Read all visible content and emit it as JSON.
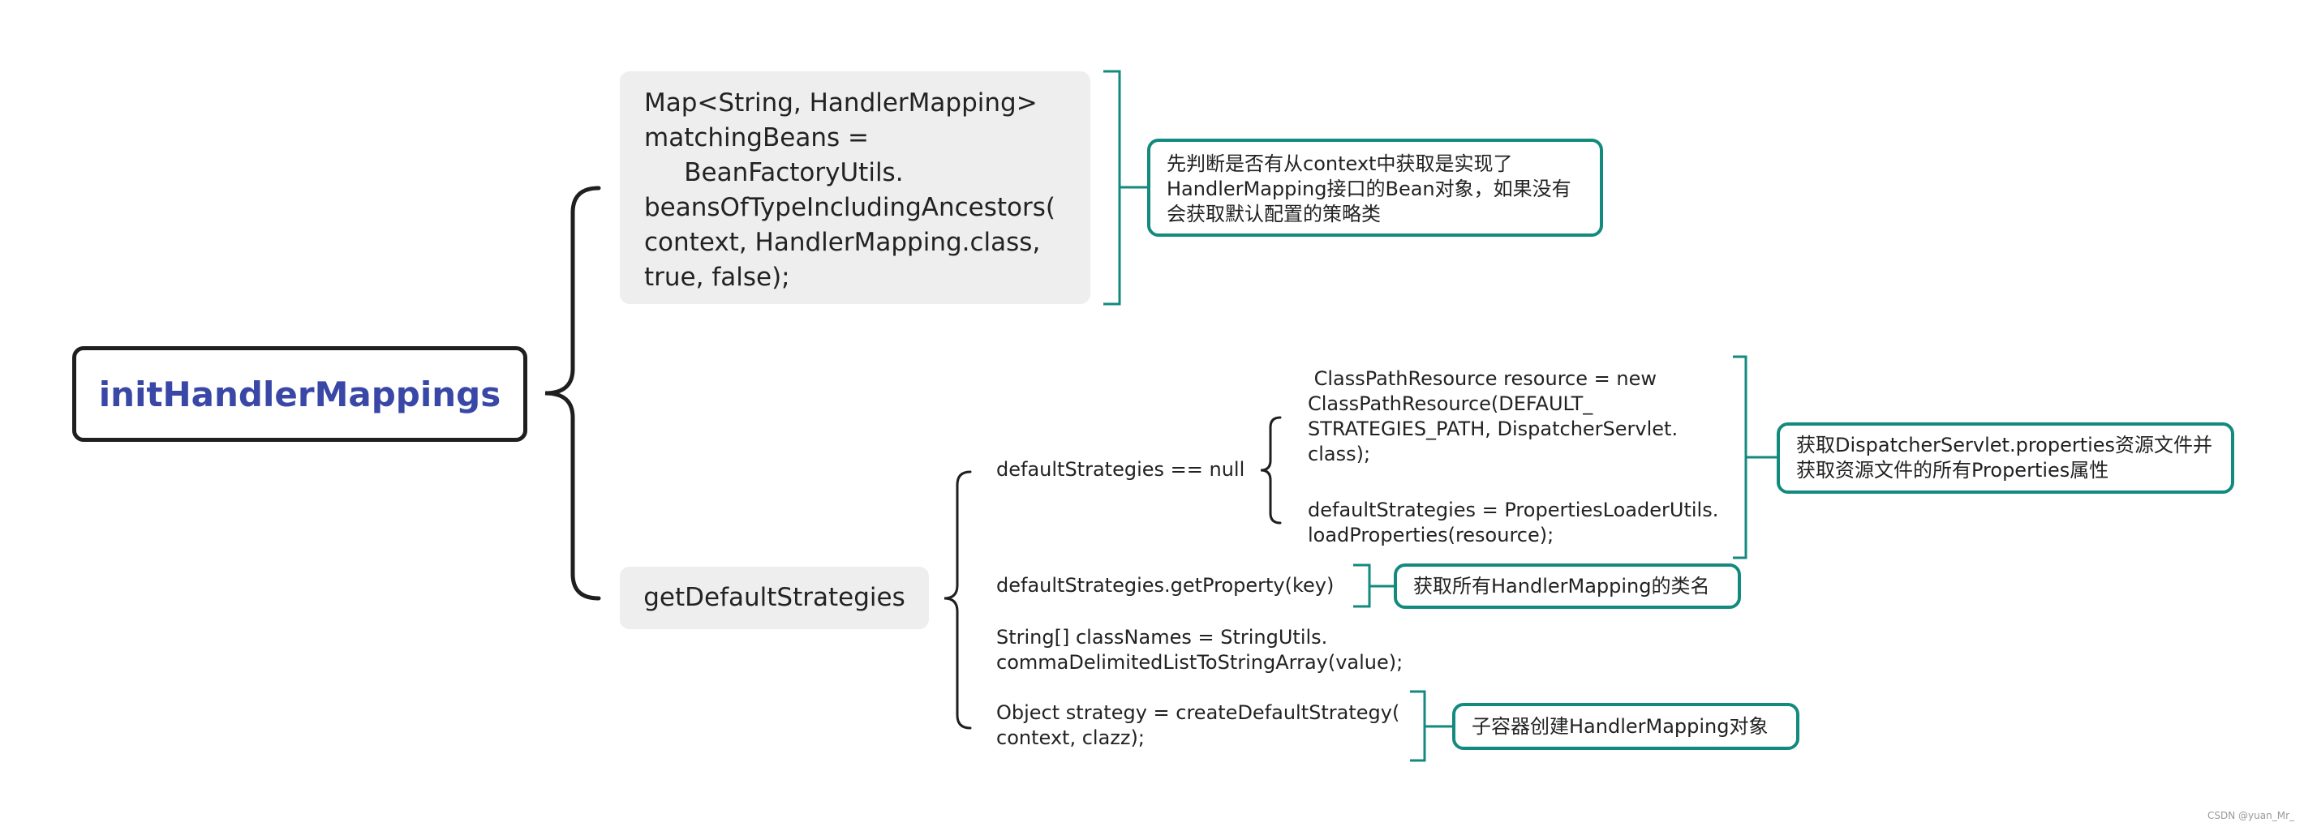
{
  "root": {
    "label": "initHandlerMappings"
  },
  "branches": {
    "matching_beans": {
      "code": "Map<String, HandlerMapping>\nmatchingBeans =\n     BeanFactoryUtils.\nbeansOfTypeIncludingAncestors(\ncontext, HandlerMapping.class,\ntrue, false);",
      "note": "先判断是否有从context中获取是实现了\nHandlerMapping接口的Bean对象，如果没有\n会获取默认配置的策略类"
    },
    "get_default_strategies": {
      "label": "getDefaultStrategies",
      "steps": {
        "null_check": {
          "label": "defaultStrategies == null",
          "resource": " ClassPathResource resource = new\nClassPathResource(DEFAULT_\nSTRATEGIES_PATH, DispatcherServlet.\nclass);",
          "load": "defaultStrategies = PropertiesLoaderUtils.\nloadProperties(resource);",
          "note": "获取DispatcherServlet.properties资源文件并\n获取资源文件的所有Properties属性"
        },
        "get_property": {
          "label": "defaultStrategies.getProperty(key)",
          "note": "获取所有HandlerMapping的类名"
        },
        "class_names": {
          "label": "String[] classNames = StringUtils.\ncommaDelimitedListToStringArray(value);"
        },
        "create_strategy": {
          "label": "Object strategy = createDefaultStrategy(\ncontext, clazz);",
          "note": "子容器创建HandlerMapping对象"
        }
      }
    }
  },
  "watermark": "CSDN @yuan_Mr_",
  "colors": {
    "root_text": "#3947a6",
    "connector": "#1f1f1f",
    "note_border": "#138a7e",
    "node_fill": "#eeeeee"
  }
}
